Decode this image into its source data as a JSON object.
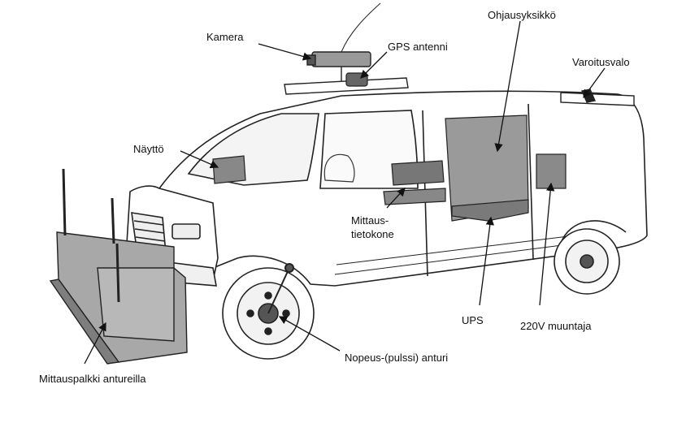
{
  "labels": {
    "kamera": "Kamera",
    "gps": "GPS antenni",
    "ohjaus": "Ohjausyksikkö",
    "varoitus": "Varoitusvalo",
    "naytto": "Näyttö",
    "mittaustietokone_1": "Mittaus-",
    "mittaustietokone_2": "tietokone",
    "ups": "UPS",
    "muuntaja": "220V muuntaja",
    "nopeus": "Nopeus-(pulssi) anturi",
    "mittauspalkki": "Mittauspalkki antureilla"
  }
}
